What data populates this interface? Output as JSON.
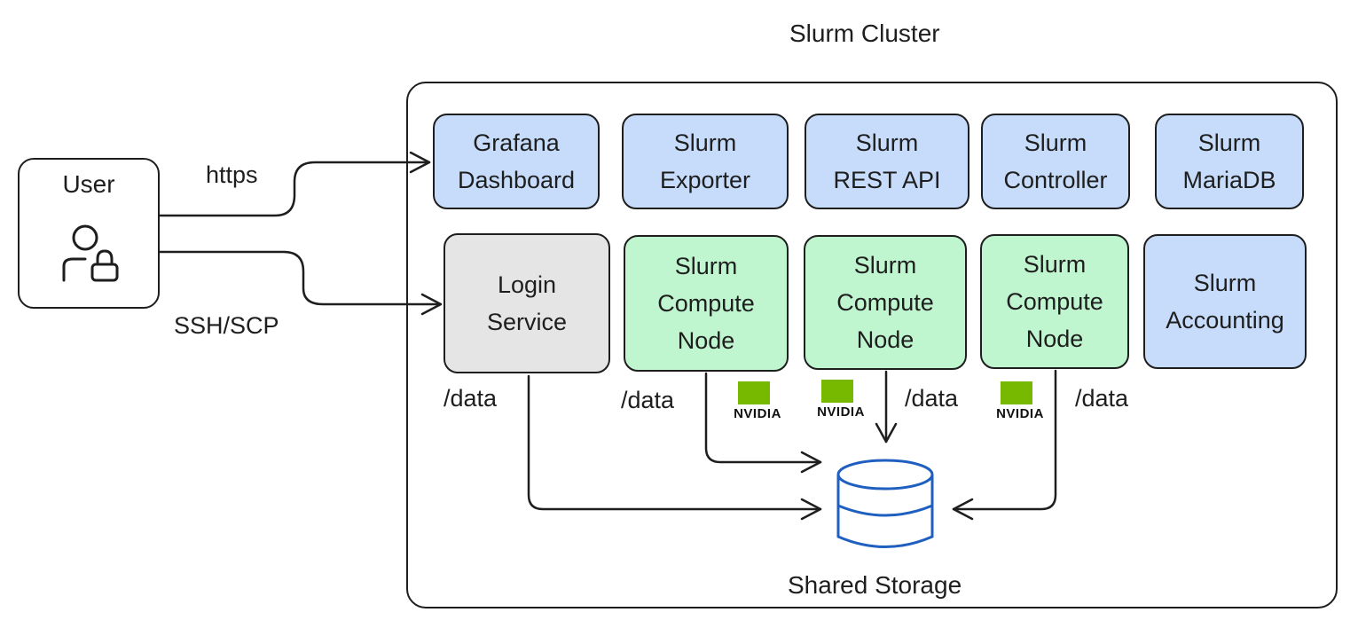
{
  "title": "Slurm Cluster",
  "user": {
    "label": "User",
    "icon": "user-lock-icon"
  },
  "connections": {
    "https_label": "https",
    "ssh_label": "SSH/SCP"
  },
  "top_row": [
    {
      "label": "Grafana\nDashboard",
      "color": "#c6dcfa"
    },
    {
      "label": "Slurm\nExporter",
      "color": "#c6dcfa"
    },
    {
      "label": "Slurm\nREST API",
      "color": "#c6dcfa"
    },
    {
      "label": "Slurm\nController",
      "color": "#c6dcfa"
    },
    {
      "label": "Slurm\nMariaDB",
      "color": "#c6dcfa"
    }
  ],
  "bottom_row": [
    {
      "label": "Login\nService",
      "color": "#e5e5e5"
    },
    {
      "label": "Slurm\nCompute\nNode",
      "color": "#bff5cf"
    },
    {
      "label": "Slurm\nCompute\nNode",
      "color": "#bff5cf"
    },
    {
      "label": "Slurm\nCompute\nNode",
      "color": "#bff5cf"
    },
    {
      "label": "Slurm\nAccounting",
      "color": "#c6dcfa"
    }
  ],
  "mount_labels": [
    "/data",
    "/data",
    "/data",
    "/data"
  ],
  "gpu_vendor": "NVIDIA",
  "storage": {
    "label": "Shared Storage",
    "color": "#1f5fbf"
  }
}
